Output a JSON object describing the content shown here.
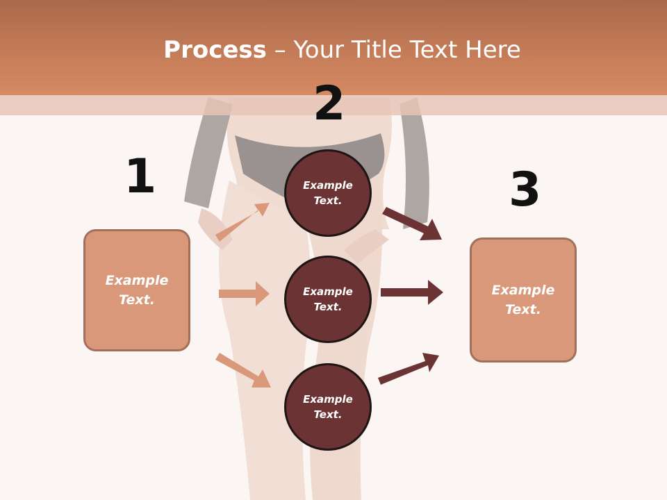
{
  "title": {
    "bold": "Process",
    "separator": " – ",
    "rest": "Your Title Text Here"
  },
  "steps": [
    {
      "number": "1",
      "text": "Example Text."
    },
    {
      "number": "2",
      "items": [
        {
          "text": "Example Text."
        },
        {
          "text": "Example Text."
        },
        {
          "text": "Example Text."
        }
      ]
    },
    {
      "number": "3",
      "text": "Example Text."
    }
  ],
  "colors": {
    "header": "#c47c58",
    "box_fill": "#d9987a",
    "circle_fill": "#6b3333",
    "left_arrow": "#d9987a",
    "right_arrow": "#6b3333"
  }
}
